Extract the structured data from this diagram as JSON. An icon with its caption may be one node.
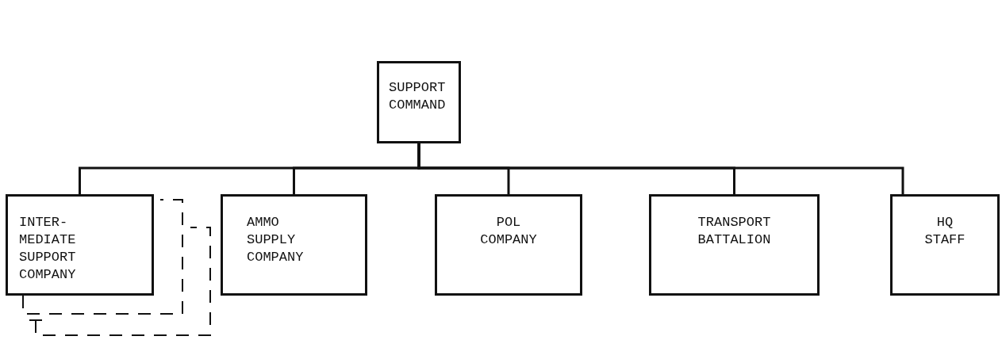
{
  "diagram": {
    "nodes": [
      {
        "text": [
          "SUPPORT COMMAND"
        ]
      },
      {
        "text": [
          "INTER- MEDIATE SUPPORT COMPANY"
        ]
      },
      {
        "text": [
          "AMMO SUPPLY COMPANY"
        ]
      },
      {
        "text": [
          "POL COMPANY"
        ]
      },
      {
        "text": [
          "TRANSPORT BATTALION"
        ]
      },
      {
        "text": [
          "HQ STAFF"
        ]
      }
    ],
    "edges": [
      {
        "from": 0,
        "to": 1,
        "arrow": "none"
      },
      {
        "from": 0,
        "to": 2,
        "arrow": "none"
      },
      {
        "from": 0,
        "to": 3,
        "arrow": "none"
      },
      {
        "from": 0,
        "to": 4,
        "arrow": "none"
      },
      {
        "from": 0,
        "to": 5,
        "arrow": "none"
      },
      {
        "from": 1,
        "to": null,
        "arrow": "none",
        "style": "dashed"
      },
      {
        "from": 1,
        "to": null,
        "arrow": "none",
        "style": "dashed"
      }
    ]
  }
}
